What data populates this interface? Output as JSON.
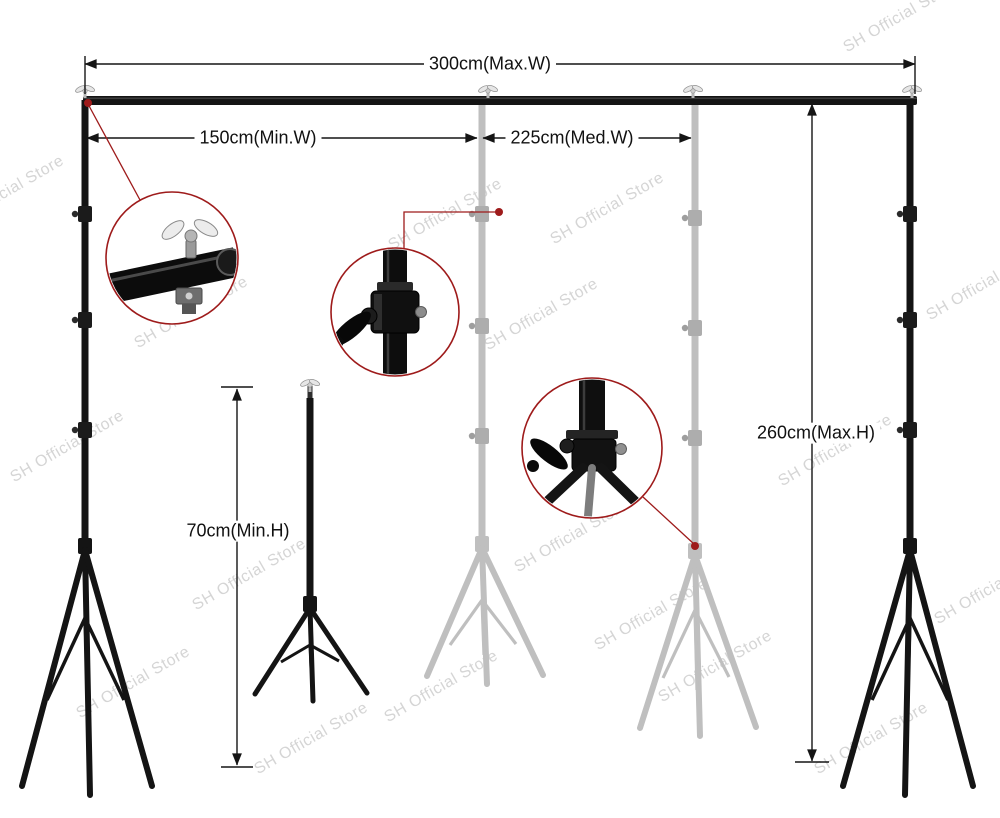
{
  "labels": {
    "max_width": "300cm(Max.W)",
    "min_width": "150cm(Min.W)",
    "med_width": "225cm(Med.W)",
    "max_height": "260cm(Max.H)",
    "min_height": "70cm(Min.H)"
  },
  "watermark": {
    "text": "SH Official Store"
  },
  "colors": {
    "stand_black": "#141414",
    "stand_gray": "#bfbfbf",
    "dimension": "#151515",
    "callout_red": "#9e1b1b",
    "watermark": "#d5d5d5"
  }
}
